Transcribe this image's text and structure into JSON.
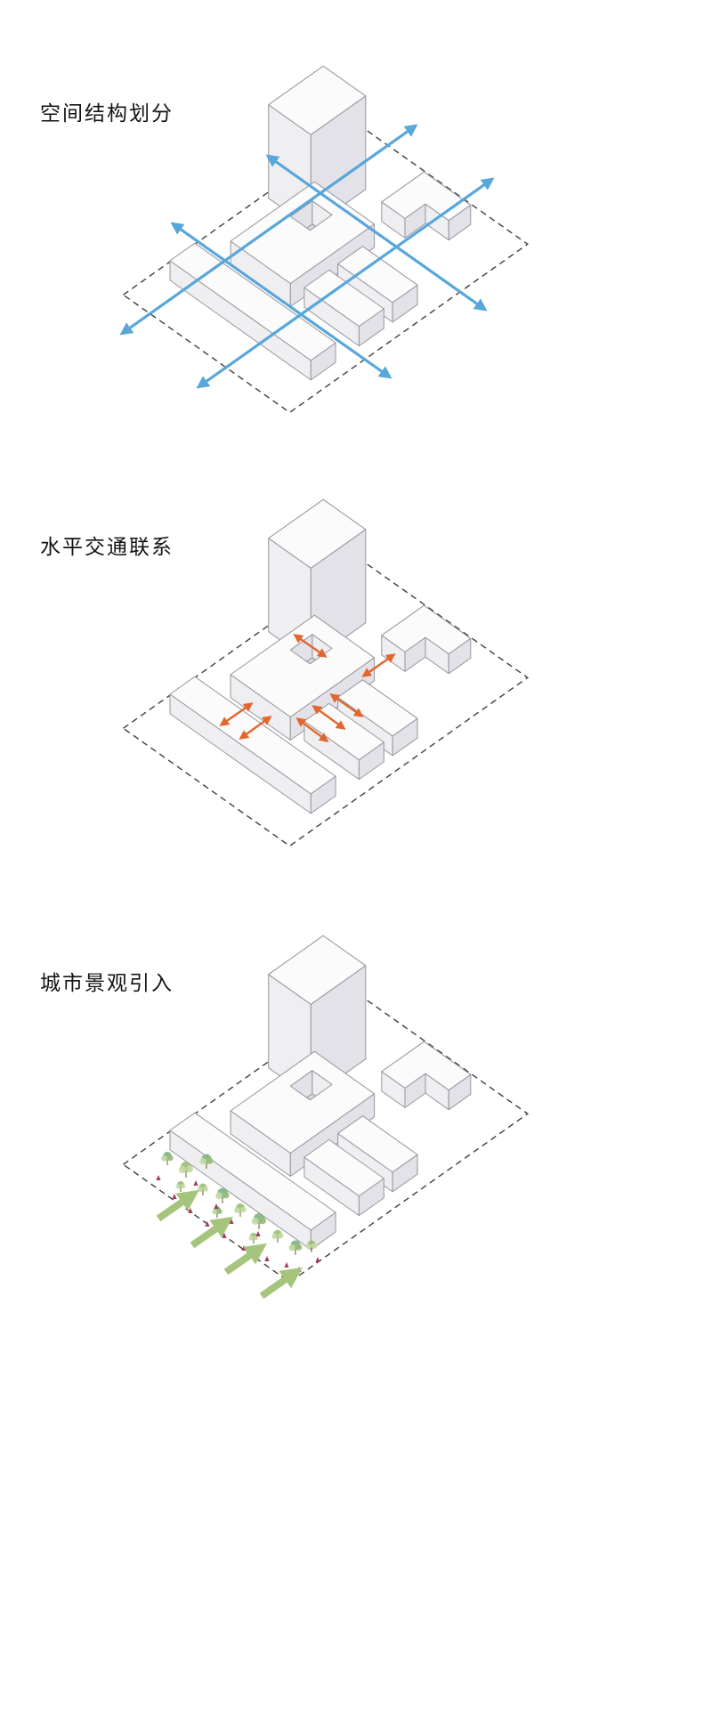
{
  "sections": [
    {
      "id": "spatial-structure",
      "label": "空间结构划分",
      "annotation": "two pairs of long double-headed axis arrows crossing the site grid",
      "arrow_color": "#57A7DB",
      "arrow_count": 4
    },
    {
      "id": "horizontal-circulation",
      "label": "水平交通联系",
      "annotation": "short double-headed arrows linking adjacent building blocks",
      "arrow_color": "#E2672E",
      "arrow_count": 7
    },
    {
      "id": "urban-landscape",
      "label": "城市景观引入",
      "annotation": "tree band along southwest edge with thick green arrows entering the site",
      "arrow_color": "#A6C57C",
      "tree_colors": [
        "#9ABE77",
        "#C6DAA5",
        "#7FB383"
      ],
      "shrub_color": "#A93B5E",
      "arrow_count": 4
    }
  ],
  "palette": {
    "background": "#FFFFFF",
    "building_top": "#FBFBFC",
    "building_left": "#EFEFF2",
    "building_right": "#E2E2E8",
    "courtyard_floor": "#D9D9E0",
    "outline": "#96969D",
    "site_dash": "#3E3E44",
    "text": "#141414",
    "trunk": "#7A7A58"
  }
}
